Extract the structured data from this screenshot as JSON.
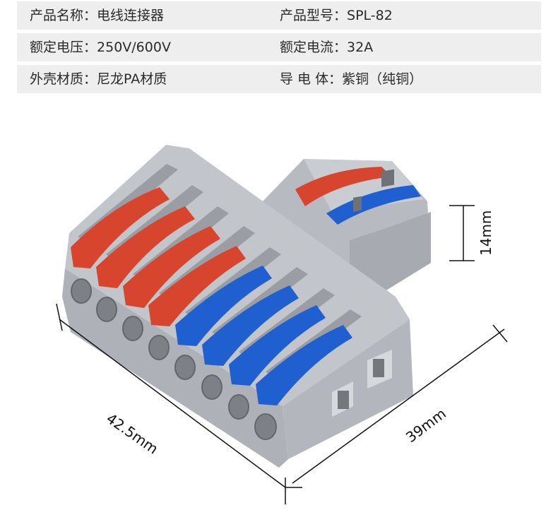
{
  "specs": [
    {
      "left_label": "产品名称：",
      "left_value": "电线连接器",
      "right_label": "产品型号：",
      "right_value": "SPL-82"
    },
    {
      "left_label": "额定电压：",
      "left_value": "250V/600V",
      "right_label": "额定电流：",
      "right_value": "32A"
    },
    {
      "left_label": "外壳材质：",
      "left_value": "尼龙PA材质",
      "right_label": "导 电 体：",
      "right_value": "紫铜（纯铜）"
    }
  ],
  "dimensions": {
    "length": "42.5mm",
    "width": "39mm",
    "height": "14mm"
  },
  "colors": {
    "housing": "#b9bdc2",
    "housing_dark": "#8f9399",
    "lever_red": "#d8452e",
    "lever_blue": "#1f5fd0",
    "spec_bg": "#eeeeee"
  }
}
